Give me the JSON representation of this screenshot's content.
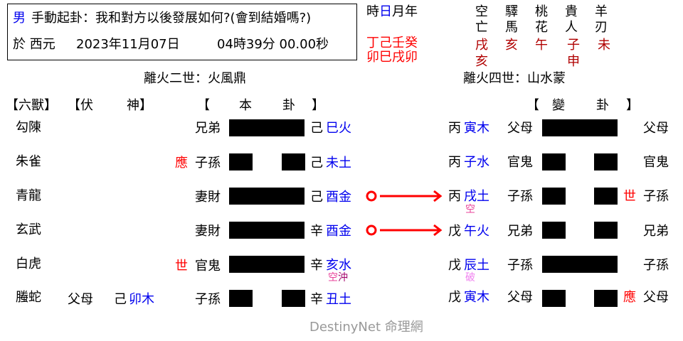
{
  "header": {
    "gender": "男",
    "question": "手動起卦：我和對方以後發展如何?(會到結婚嗎?)",
    "date_prefix": "於 西元",
    "date": "2023年11月07日",
    "time": "04時39分 00.00秒"
  },
  "pillars": {
    "labels": [
      "時",
      "日",
      "月年"
    ],
    "stems": "丁己壬癸",
    "branches": "卯巳戌卯"
  },
  "shensha": {
    "columns": [
      {
        "name_top": "空",
        "name_bottom": "亡",
        "values": [
          "戌",
          "亥"
        ]
      },
      {
        "name_top": "驛",
        "name_bottom": "馬",
        "values": [
          "亥"
        ]
      },
      {
        "name_top": "桃",
        "name_bottom": "花",
        "values": [
          "午"
        ]
      },
      {
        "name_top": "貴",
        "name_bottom": "人",
        "values": [
          "子",
          "申"
        ]
      },
      {
        "name_top": "羊",
        "name_bottom": "刃",
        "values": [
          "未"
        ]
      }
    ]
  },
  "main_title": "離火二世：火風鼎",
  "changed_title": "離火四世：山水蒙",
  "headings": {
    "six_beasts": "【六獸】",
    "hidden_open": "【伏",
    "hidden_close": "神】",
    "main_open": "【",
    "main_mid1": "本",
    "main_mid2": "卦",
    "main_close": "】",
    "changed_open": "【",
    "changed_mid1": "變",
    "changed_mid2": "卦",
    "changed_close": "】"
  },
  "rows": [
    {
      "beast": "勾陳",
      "hidden_rel": "",
      "hidden_stem": "",
      "hidden_branch": "",
      "marker": "",
      "relation": "兄弟",
      "line": "yang",
      "stem": "己",
      "branch": "巳火",
      "note1": "",
      "note2": "",
      "moving": false,
      "c_stem": "丙",
      "c_branch": "寅木",
      "c_note": "",
      "c_relation": "父母",
      "c_line": "yang",
      "c_marker": "",
      "c_right": "父母"
    },
    {
      "beast": "朱雀",
      "hidden_rel": "",
      "hidden_stem": "",
      "hidden_branch": "",
      "marker": "應",
      "relation": "子孫",
      "line": "yin",
      "stem": "己",
      "branch": "未土",
      "note1": "",
      "note2": "",
      "moving": false,
      "c_stem": "丙",
      "c_branch": "子水",
      "c_note": "",
      "c_relation": "官鬼",
      "c_line": "yin",
      "c_marker": "",
      "c_right": "官鬼"
    },
    {
      "beast": "青龍",
      "hidden_rel": "",
      "hidden_stem": "",
      "hidden_branch": "",
      "marker": "",
      "relation": "妻財",
      "line": "yang",
      "stem": "己",
      "branch": "酉金",
      "note1": "",
      "note2": "",
      "moving": true,
      "c_stem": "丙",
      "c_branch": "戌土",
      "c_note": "空",
      "c_relation": "子孫",
      "c_line": "yin",
      "c_marker": "世",
      "c_right": "子孫"
    },
    {
      "beast": "玄武",
      "hidden_rel": "",
      "hidden_stem": "",
      "hidden_branch": "",
      "marker": "",
      "relation": "妻財",
      "line": "yang",
      "stem": "辛",
      "branch": "酉金",
      "note1": "",
      "note2": "",
      "moving": true,
      "c_stem": "戊",
      "c_branch": "午火",
      "c_note": "",
      "c_relation": "兄弟",
      "c_line": "yin",
      "c_marker": "",
      "c_right": "兄弟"
    },
    {
      "beast": "白虎",
      "hidden_rel": "",
      "hidden_stem": "",
      "hidden_branch": "",
      "marker": "世",
      "relation": "官鬼",
      "line": "yang",
      "stem": "辛",
      "branch": "亥水",
      "note1": "空",
      "note2": "沖",
      "moving": false,
      "c_stem": "戊",
      "c_branch": "辰土",
      "c_note": "破",
      "c_relation": "子孫",
      "c_line": "yang",
      "c_marker": "",
      "c_right": "子孫"
    },
    {
      "beast": "螣蛇",
      "hidden_rel": "父母",
      "hidden_stem": "己",
      "hidden_branch": "卯木",
      "marker": "",
      "relation": "子孫",
      "line": "yin",
      "stem": "辛",
      "branch": "丑土",
      "note1": "",
      "note2": "",
      "moving": false,
      "c_stem": "戊",
      "c_branch": "寅木",
      "c_note": "",
      "c_relation": "父母",
      "c_line": "yin",
      "c_marker": "應",
      "c_right": "父母"
    }
  ],
  "colors": {
    "branch": "#0000ee",
    "marker": "#ff0000",
    "shensha_value": "#b00000",
    "empty_note": "#e8409a",
    "clash_note": "#a0006a",
    "break_note": "#f080f0",
    "arrow": "#ff0000"
  },
  "footer": "DestinyNet 命理網"
}
